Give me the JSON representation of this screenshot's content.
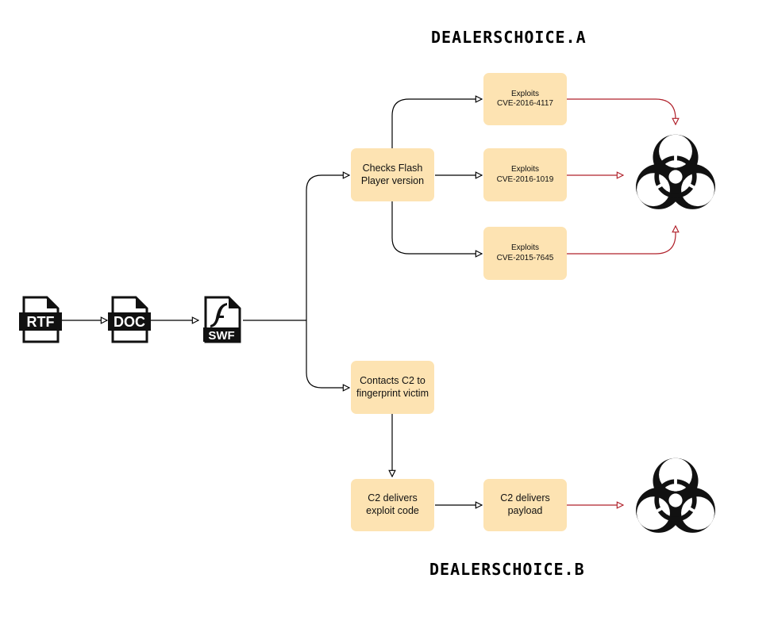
{
  "titles": {
    "variant_a": "DEALERSCHOICE.A",
    "variant_b": "DEALERSCHOICE.B"
  },
  "files": [
    {
      "label": "RTF"
    },
    {
      "label": "DOC"
    },
    {
      "label": "SWF"
    }
  ],
  "nodes": {
    "check_flash": {
      "line1": "Checks Flash",
      "line2": "Player version"
    },
    "exploit_1": {
      "line1": "Exploits",
      "line2": "CVE-2016-4117"
    },
    "exploit_2": {
      "line1": "Exploits",
      "line2": "CVE-2016-1019"
    },
    "exploit_3": {
      "line1": "Exploits",
      "line2": "CVE-2015-7645"
    },
    "contact_c2": {
      "line1": "Contacts C2 to",
      "line2": "fingerprint victim"
    },
    "c2_exploit": {
      "line1": "C2 delivers",
      "line2": "exploit code"
    },
    "c2_payload": {
      "line1": "C2 delivers",
      "line2": "payload"
    }
  },
  "icons": {
    "file_icon": "document-file-icon",
    "flash_icon": "flash-file-icon",
    "hazard_icon": "biohazard-icon"
  },
  "colors": {
    "node_fill": "#fde3b2",
    "arrow_black": "#000000",
    "arrow_red": "#b0202a"
  }
}
